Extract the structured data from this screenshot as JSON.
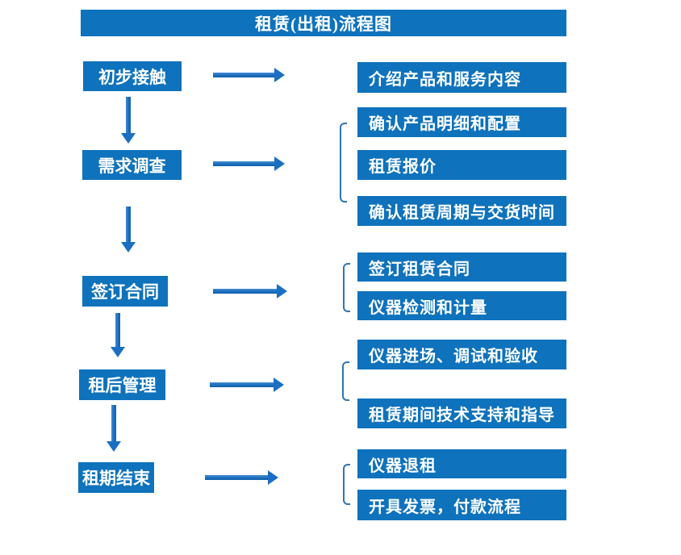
{
  "title": "租赁(出租)流程图",
  "colors": {
    "box_blue": "#0E72BC",
    "arrow_blue": "#1B6FC2",
    "bracket_blue": "#2E75B6",
    "text_white": "#FFFFFF",
    "background": "#FFFFFF"
  },
  "flow": {
    "steps": [
      {
        "label": "初步接触",
        "details": [
          "介绍产品和服务内容"
        ]
      },
      {
        "label": "需求调查",
        "details": [
          "确认产品明细和配置",
          "租赁报价",
          "确认租赁周期与交货时间"
        ]
      },
      {
        "label": "签订合同",
        "details": [
          "签订租赁合同",
          "仪器检测和计量"
        ]
      },
      {
        "label": "租后管理",
        "details": [
          "仪器进场、调试和验收",
          "租赁期间技术支持和指导"
        ]
      },
      {
        "label": "租期结束",
        "details": [
          "仪器退租",
          "开具发票，付款流程"
        ]
      }
    ]
  }
}
